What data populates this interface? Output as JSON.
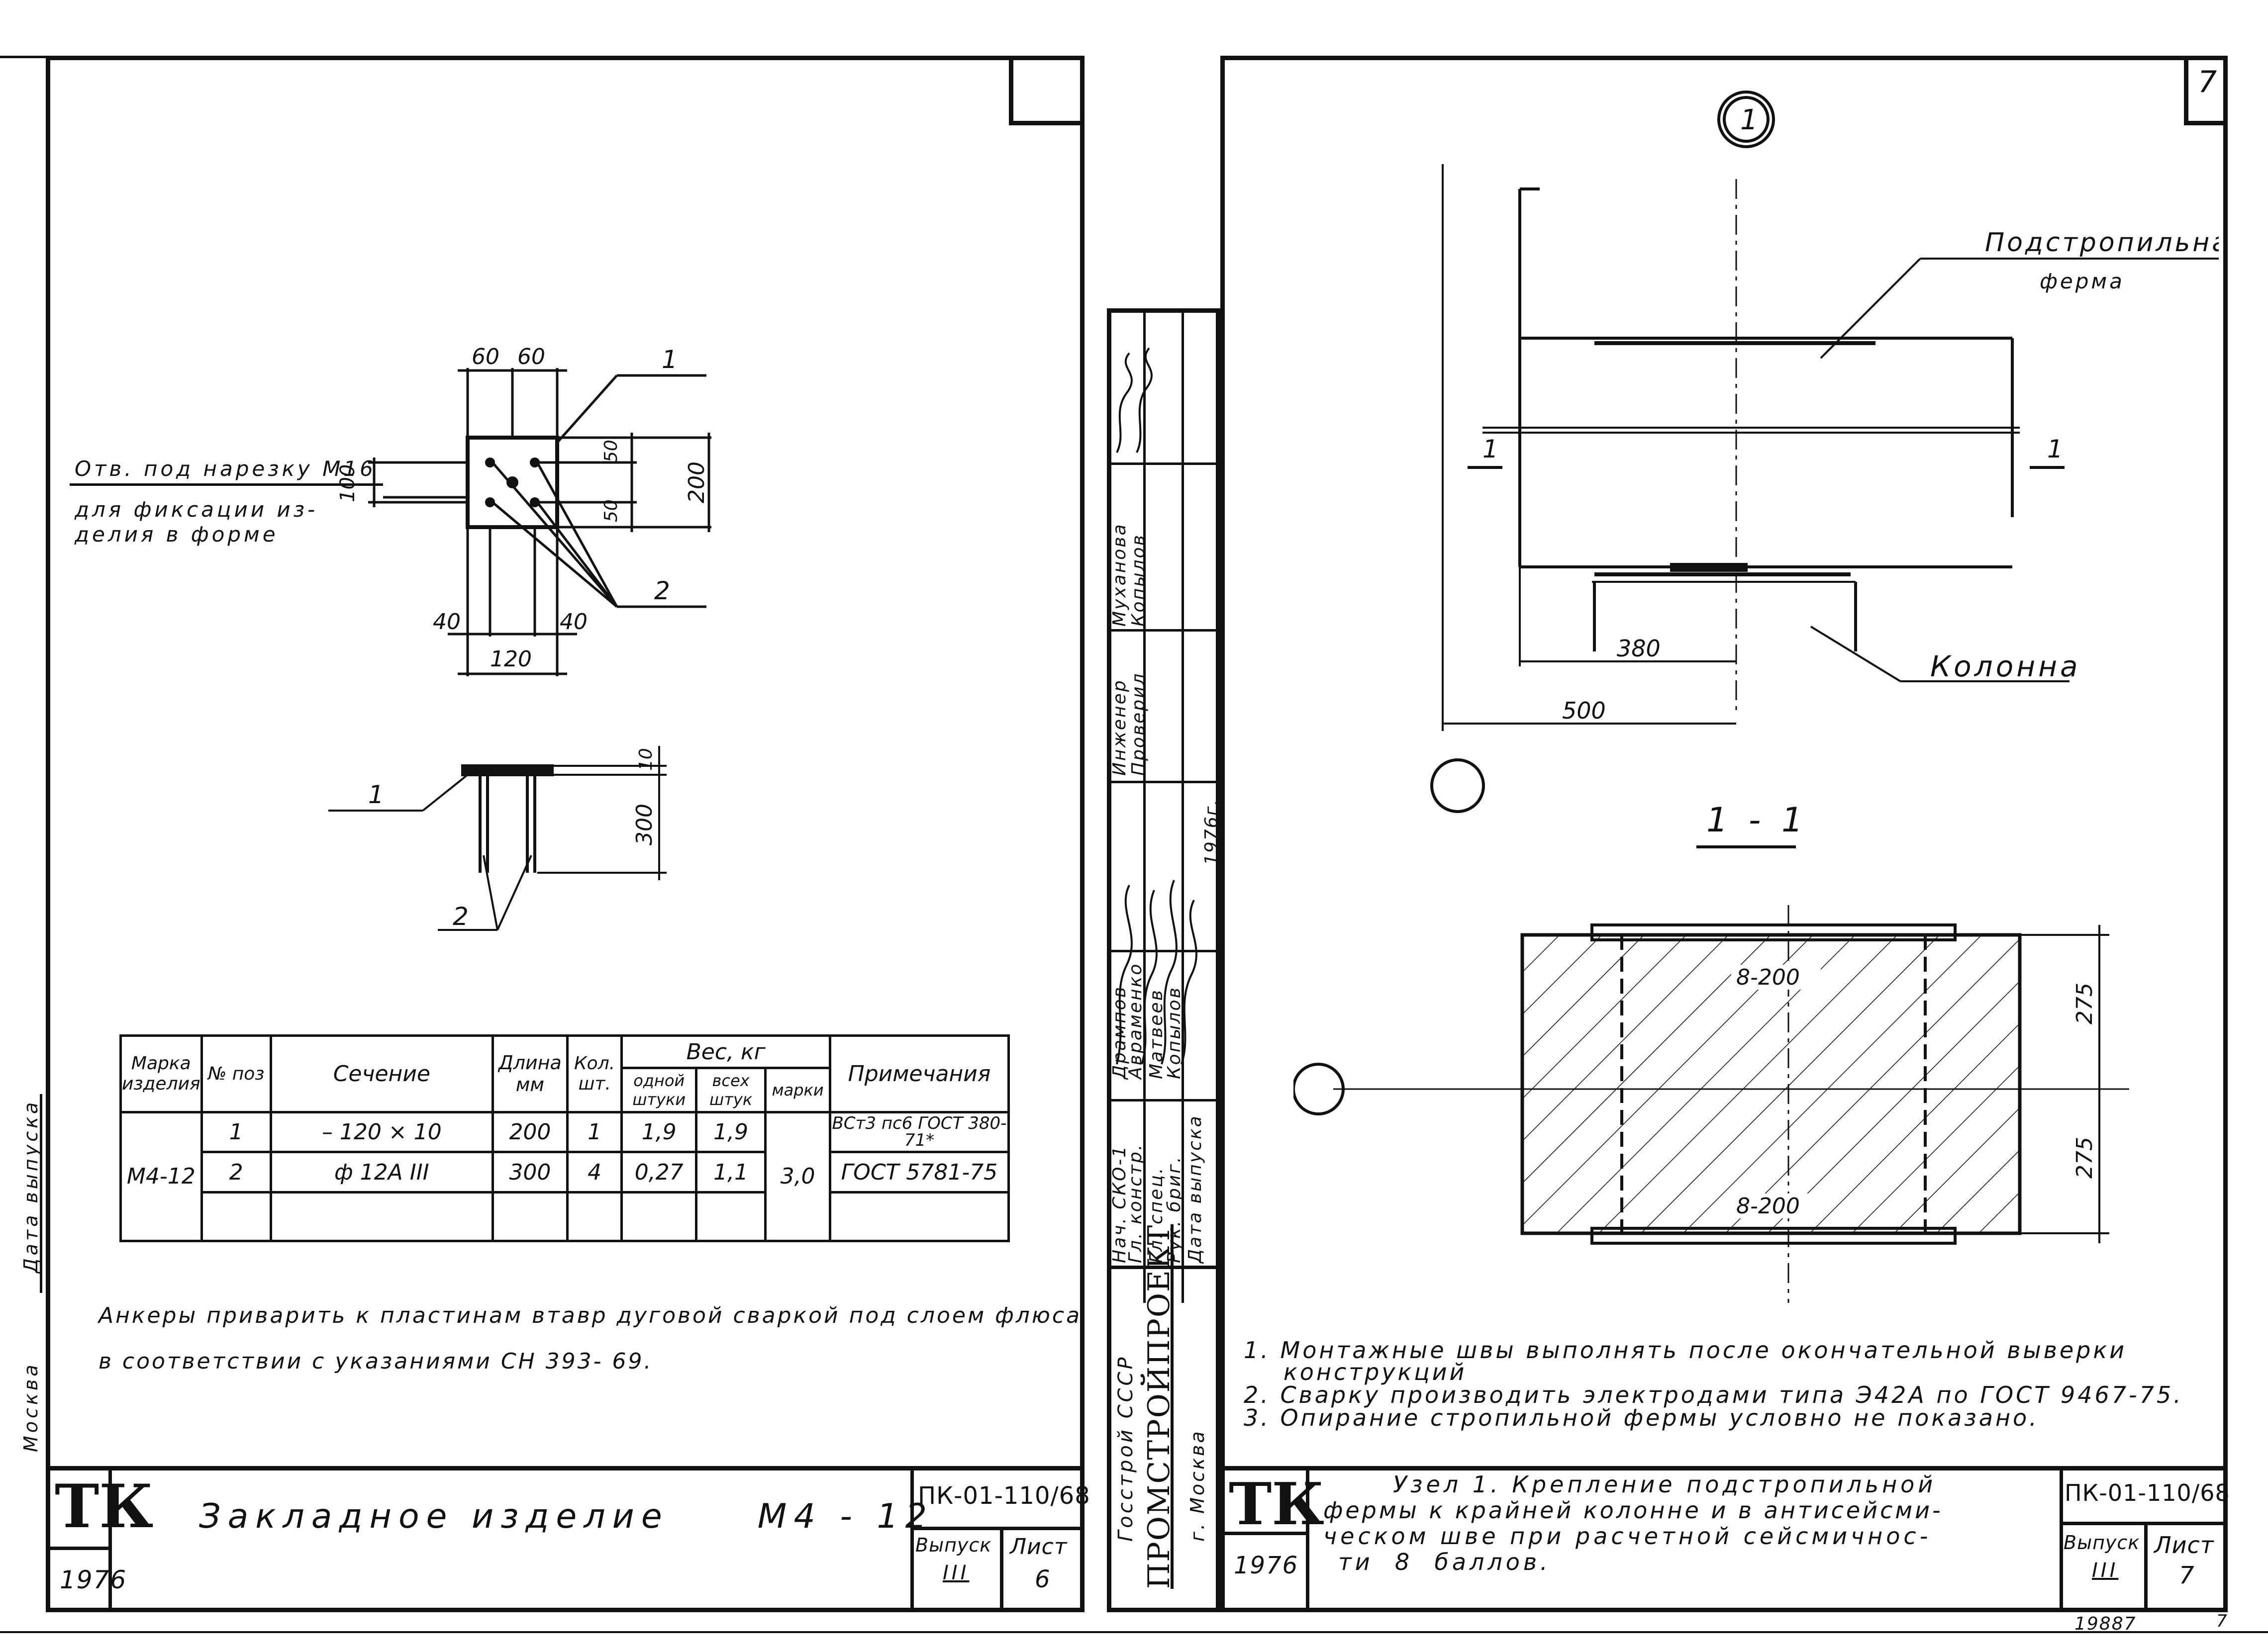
{
  "left_sheet": {
    "callouts": {
      "hole_note_1": "Отв. под нарезку М16",
      "hole_note_2": "для фиксации из-",
      "hole_note_3": "делия в форме",
      "pos1": "1",
      "pos2": "2"
    },
    "dims": {
      "d60a": "60",
      "d60b": "60",
      "d50a": "50",
      "d50b": "50",
      "d200": "200",
      "d100": "100",
      "d40a": "40",
      "d40b": "40",
      "d120": "120",
      "d10": "10",
      "d300": "300"
    },
    "table": {
      "headers": {
        "mark": "Марка изделия",
        "pos": "№ поз",
        "section": "Сечение",
        "length": "Длина мм",
        "qty": "Кол. шт.",
        "weight": "Вес, кг",
        "w_one": "одной штуки",
        "w_all": "всех штук",
        "w_mark": "марки",
        "notes": "Примечания"
      },
      "mark": "М4-12",
      "mark_weight": "3,0",
      "rows": [
        {
          "pos": "1",
          "section": "– 120 × 10",
          "length": "200",
          "qty": "1",
          "w_one": "1,9",
          "w_all": "1,9",
          "note": "ВСт3 пс6 ГОСТ 380-71*"
        },
        {
          "pos": "2",
          "section": "ф 12А III",
          "length": "300",
          "qty": "4",
          "w_one": "0,27",
          "w_all": "1,1",
          "note": "ГОСТ 5781-75"
        }
      ]
    },
    "note_line1": "Анкеры приварить к пластинам втавр дуговой сваркой под слоем флюса",
    "note_line2": "в соответствии с указаниями СН 393- 69.",
    "margin_label": "Дата выпуска",
    "margin_city": "Москва",
    "title_block": {
      "logo": "ТК",
      "year": "1976",
      "title": "Закладное изделие     М4 - 12",
      "code": "ПК-01-110/68",
      "issue_label": "Выпуск",
      "issue": "III",
      "sheet_label": "Лист",
      "sheet": "6"
    }
  },
  "right_sheet": {
    "page_number": "7",
    "node_label": "1",
    "labels": {
      "truss": "Подстропильная",
      "truss2": "ферма",
      "column": "Колонна",
      "section_mark": "1",
      "section_title": "1 - 1",
      "d380": "380",
      "d500": "500",
      "d275a": "275",
      "d275b": "275",
      "weld_top": "8-200",
      "weld_bottom": "8-200"
    },
    "notes": [
      "1. Монтажные швы выполнять после окончательной выверки",
      "конструкций",
      "2. Сварку производить электродами типа Э42А по ГОСТ 9467-75.",
      "3. Опирание стропильной фермы условно не показано."
    ],
    "title_block": {
      "logo": "ТК",
      "year": "1976",
      "title_1": "Узел 1. Крепление подстропильной",
      "title_2": "фермы к крайней колонне и в антисейсми-",
      "title_3": "ческом шве при расчетной сейсмичнос-",
      "title_4": "ти  8  баллов.",
      "code": "ПК-01-110/68",
      "issue_label": "Выпуск",
      "issue": "III",
      "sheet_label": "Лист",
      "sheet": "7",
      "inv": "19887",
      "corner": "7"
    }
  },
  "stamp": {
    "org1": "Госстрой СССР",
    "org2": "ПРОМСТРОЙПРОЕКТ",
    "org3": "г. Москва",
    "roles": [
      "Нач. СКО-1",
      "Гл. констр.",
      "Гл. спец.",
      "Рук. бриг.",
      "Дата выпуска"
    ],
    "names": [
      "Дрампов",
      "Авраменко",
      "Матвеев",
      "Копылов"
    ],
    "roles2": [
      "Инженер",
      "Проверил"
    ],
    "names2": [
      "Муханова",
      "Копылов"
    ],
    "year": "1976г."
  }
}
